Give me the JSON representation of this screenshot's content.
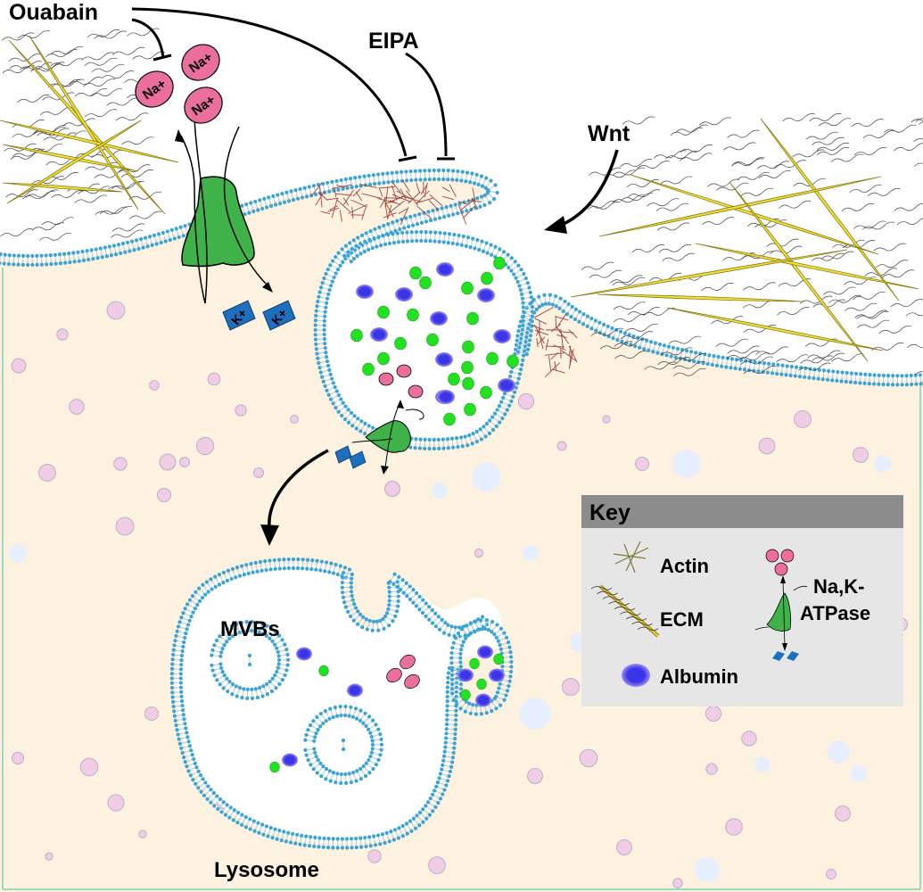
{
  "title": "Na,K-ATPase regulated macropinocytosis schematic",
  "labels": {
    "ouabain": "Ouabain",
    "eipa": "EIPA",
    "wnt": "Wnt",
    "mvbs": "MVBs",
    "lysosome": "Lysosome"
  },
  "ions": {
    "sodium": "Na+",
    "potassium": "K+"
  },
  "key": {
    "title": "Key",
    "items": [
      {
        "label": "Actin",
        "icon": "actin-icon"
      },
      {
        "label": "ECM",
        "icon": "ecm-icon"
      },
      {
        "label": "Albumin",
        "icon": "albumin-icon"
      }
    ],
    "pump_label_line1": "Na,K-",
    "pump_label_line2": "ATPase"
  },
  "colors": {
    "cytoplasm": "#fdf1e0",
    "membrane_head": "#3ba3d6",
    "membrane_tail": "#a9cde0",
    "ecm_fiber": "#f2e23a",
    "ecm_fiber_stroke": "#8a7a10",
    "actin_cortical": "#a0453a",
    "actin_key": "#7d7a3a",
    "albumin": "#3b35e8",
    "albumin_glow": "#9b8ef0",
    "green_cargo": "#23e023",
    "sodium": "#ea6f9c",
    "potassium": "#1f6fbf",
    "pump": "#3fb24a",
    "vesicle_pink": "#f0cde4",
    "vesicle_blue": "#e6efff",
    "key_header": "#8c8c8c",
    "key_body": "#e6e6e6"
  }
}
